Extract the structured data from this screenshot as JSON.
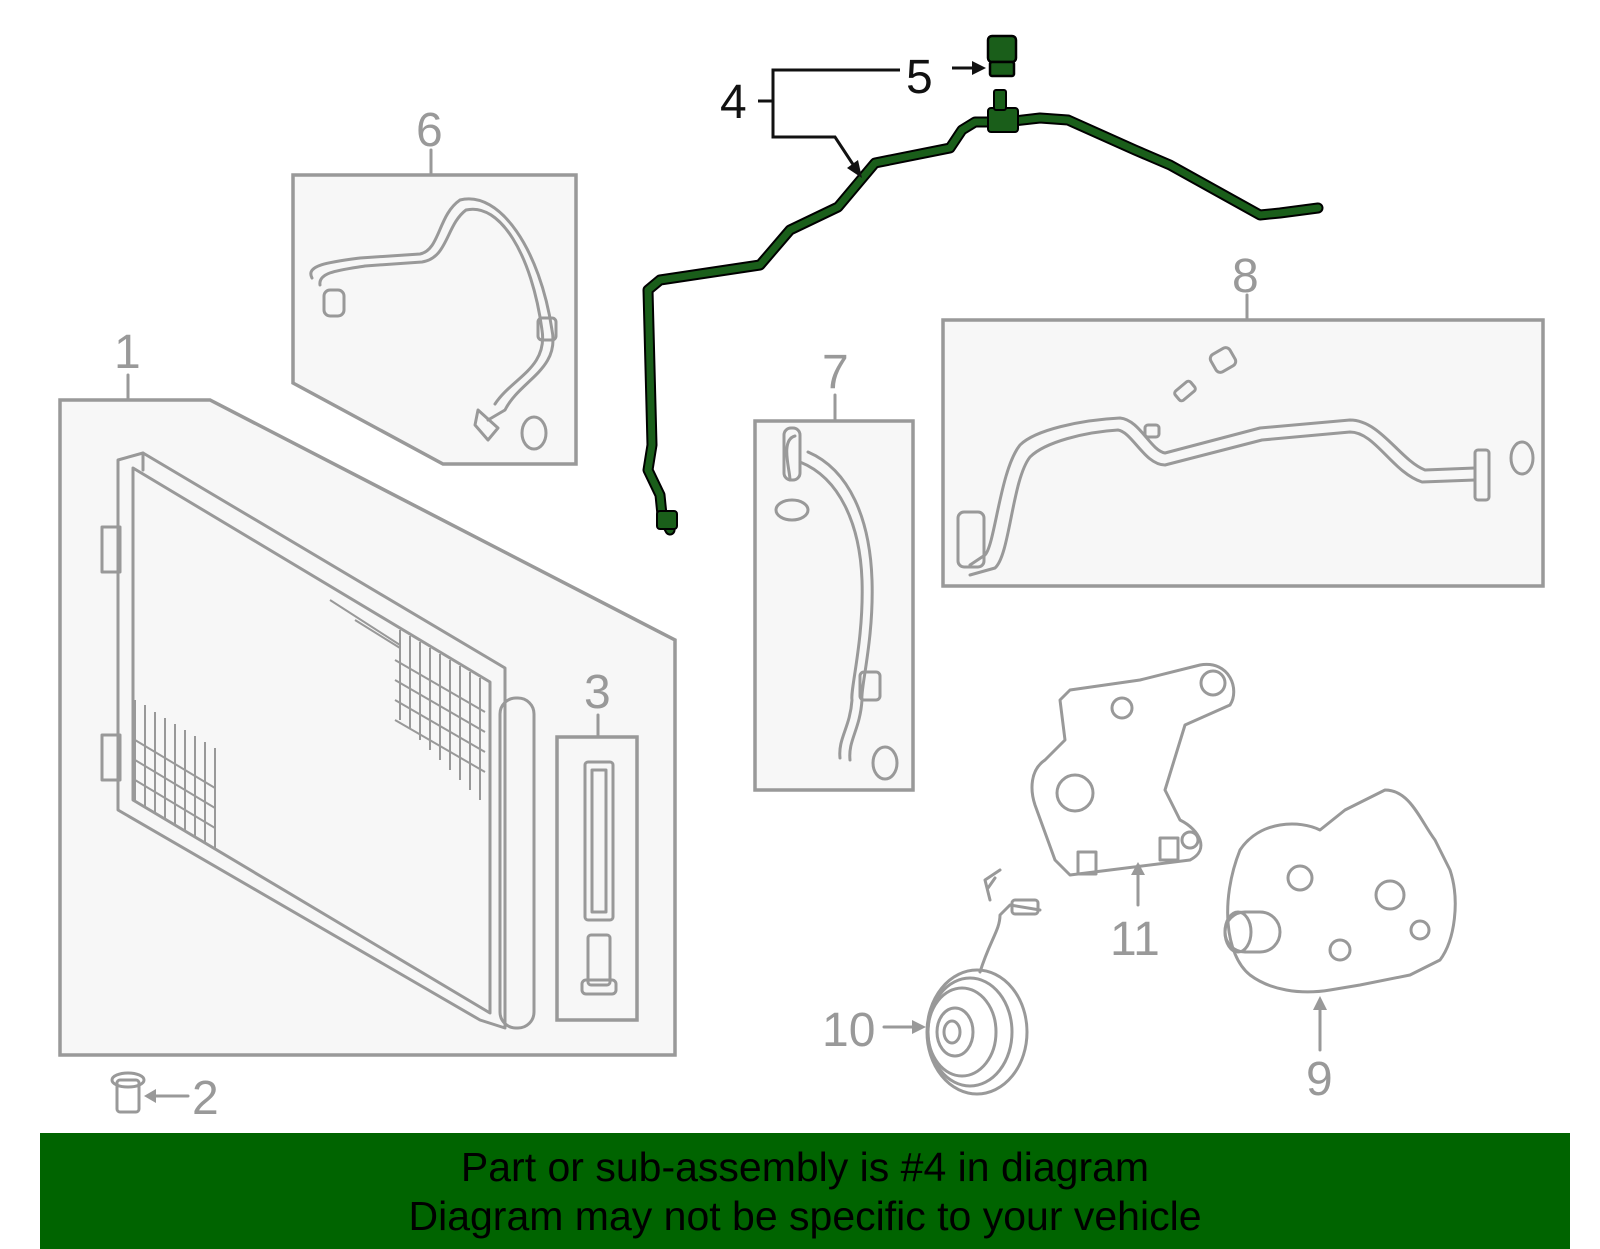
{
  "diagram": {
    "callouts": {
      "c1": "1",
      "c2": "2",
      "c3": "3",
      "c4": "4",
      "c5": "5",
      "c6": "6",
      "c7": "7",
      "c8": "8",
      "c9": "9",
      "c10": "10",
      "c11": "11"
    },
    "highlight_color": "#006400",
    "line_color": "#999999",
    "panel_fill": "#f7f7f7"
  },
  "banner": {
    "line1": "Part or sub-assembly is #4 in diagram",
    "line2": "Diagram may not be specific to your vehicle",
    "background": "#006400"
  }
}
